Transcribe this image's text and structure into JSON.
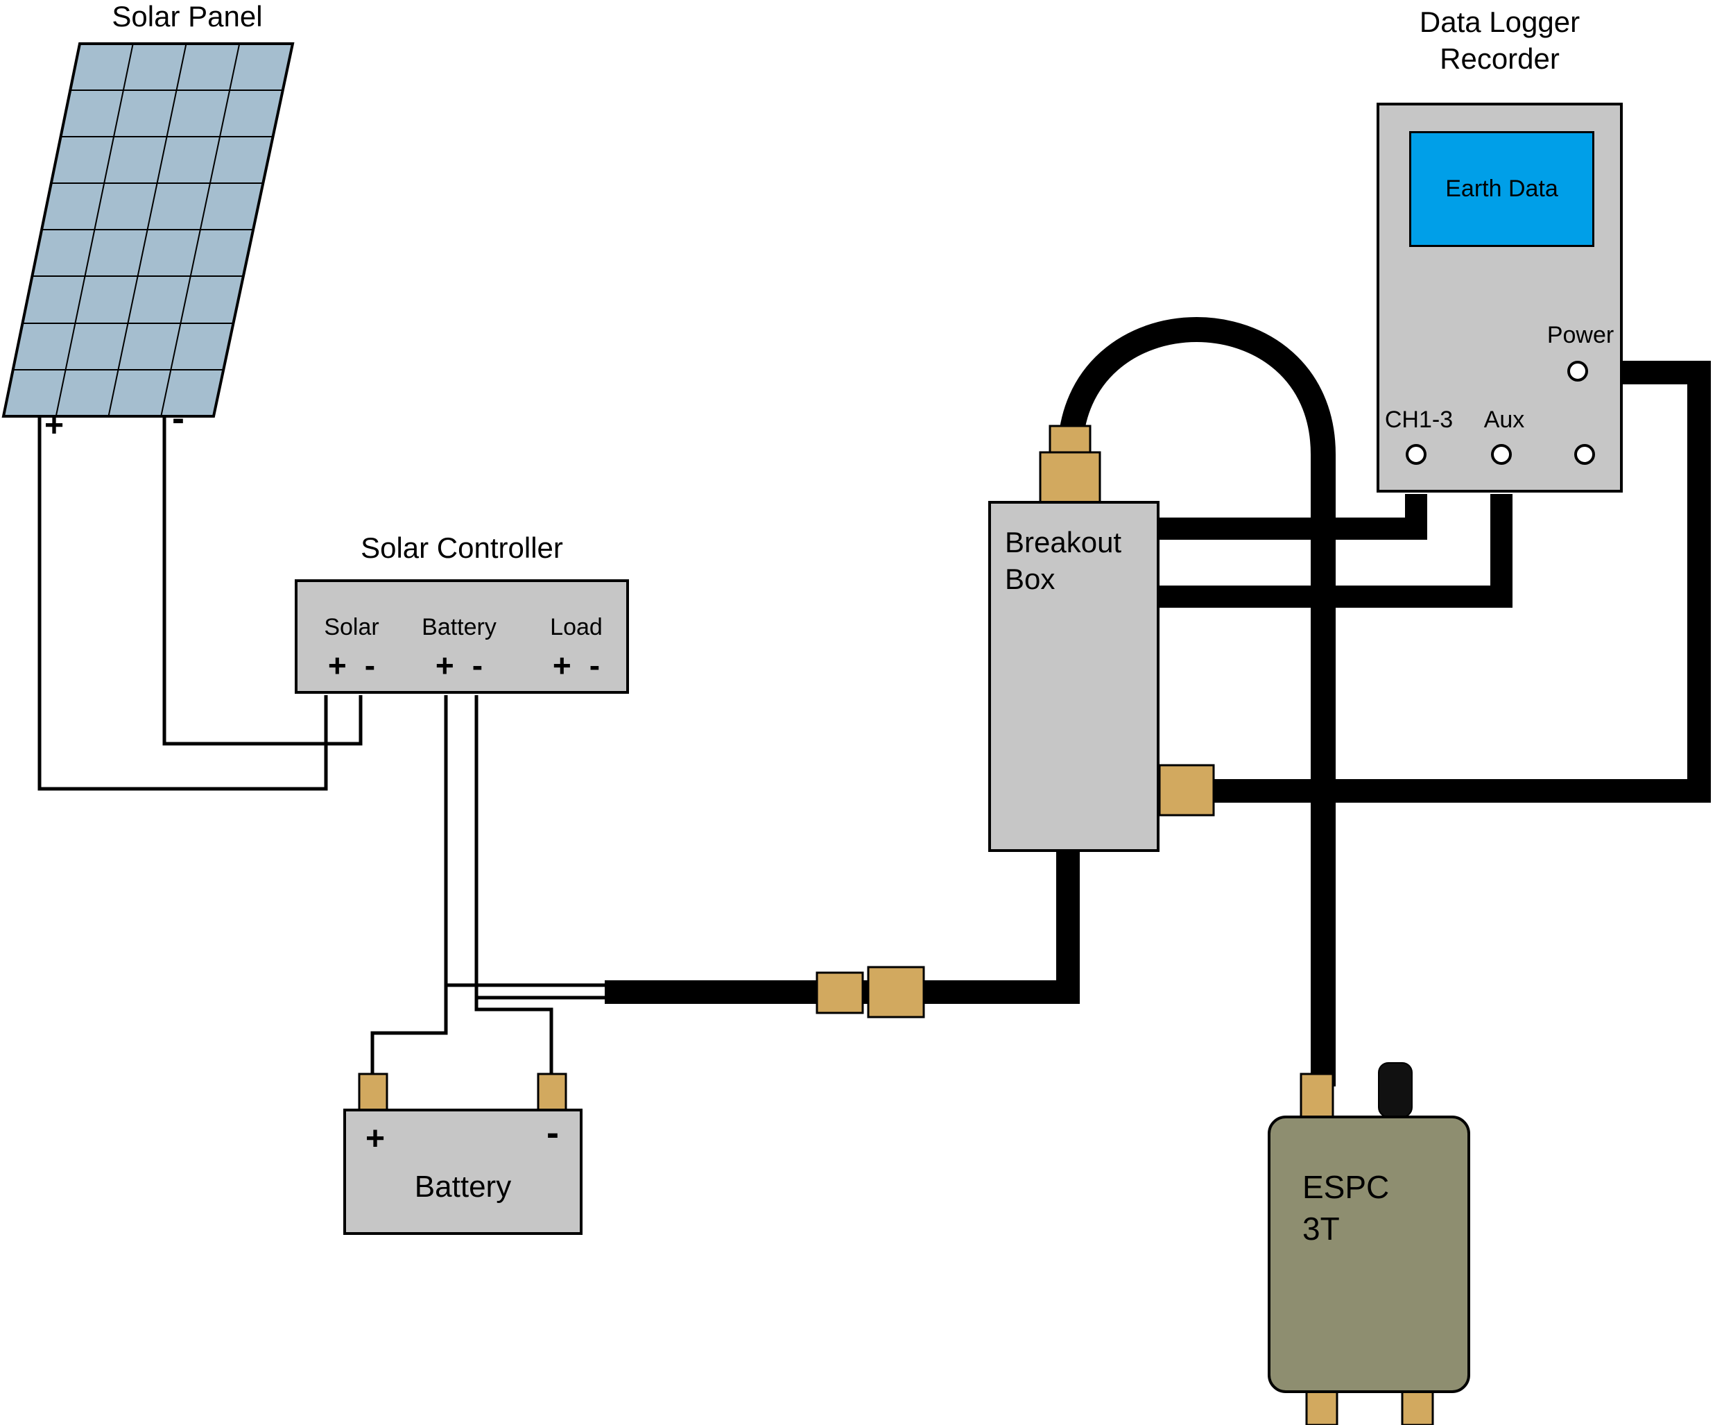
{
  "colors": {
    "background": "#ffffff",
    "panel_fill": "#a5becf",
    "box_fill": "#c6c6c6",
    "screen_fill": "#009fe8",
    "connector_tan": "#d2a95f",
    "espc_fill": "#8e8e70",
    "wire_black": "#000000"
  },
  "solar_panel": {
    "title": "Solar Panel",
    "plus": "+",
    "minus": "-"
  },
  "solar_controller": {
    "title": "Solar Controller",
    "sections": [
      {
        "name": "Solar"
      },
      {
        "name": "Battery"
      },
      {
        "name": "Load"
      }
    ],
    "plus": "+",
    "minus": "-"
  },
  "battery": {
    "title": "Battery",
    "plus": "+",
    "minus": "-"
  },
  "breakout_box": {
    "line1": "Breakout",
    "line2": "Box"
  },
  "data_logger": {
    "title_line1": "Data Logger",
    "title_line2": "Recorder",
    "screen_text": "Earth Data",
    "power_label": "Power",
    "ch_label": "CH1-3",
    "aux_label": "Aux"
  },
  "espc": {
    "line1": "ESPC",
    "line2": "3T"
  }
}
